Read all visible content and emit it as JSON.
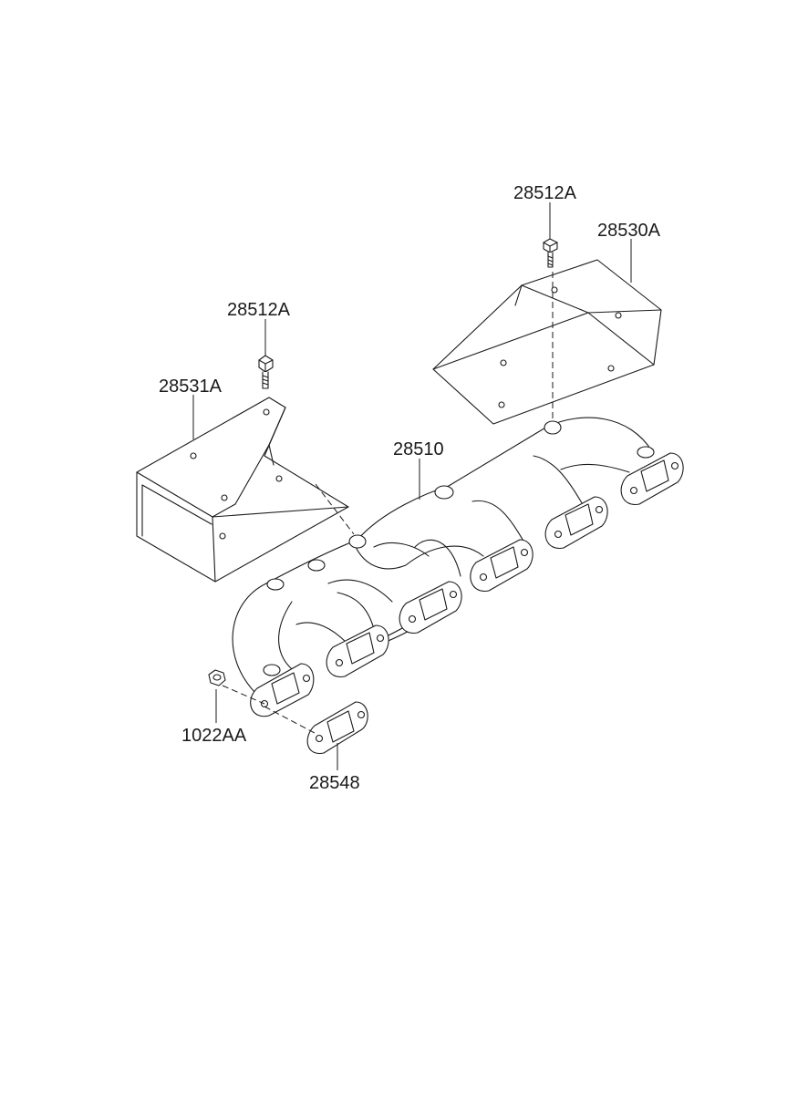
{
  "diagram": {
    "callouts": {
      "bolt_right": "28512A",
      "shield_right": "28530A",
      "bolt_left": "28512A",
      "shield_left": "28531A",
      "manifold": "28510",
      "nut": "1022AA",
      "gasket": "28548"
    },
    "colors": {
      "ink": "#1a1a1a",
      "background": "#ffffff"
    }
  }
}
